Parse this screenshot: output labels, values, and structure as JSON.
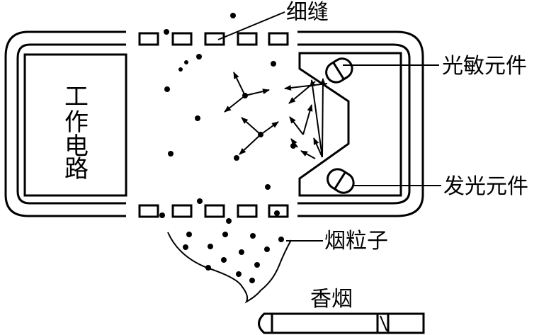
{
  "labels": {
    "slit": "细缝",
    "photosensitive": "光敏元件",
    "light_emitting": "发光元件",
    "smoke_particles": "烟粒子",
    "cigarette": "香烟",
    "work_circuit_chars": [
      "工",
      "作",
      "电",
      "路"
    ]
  }
}
